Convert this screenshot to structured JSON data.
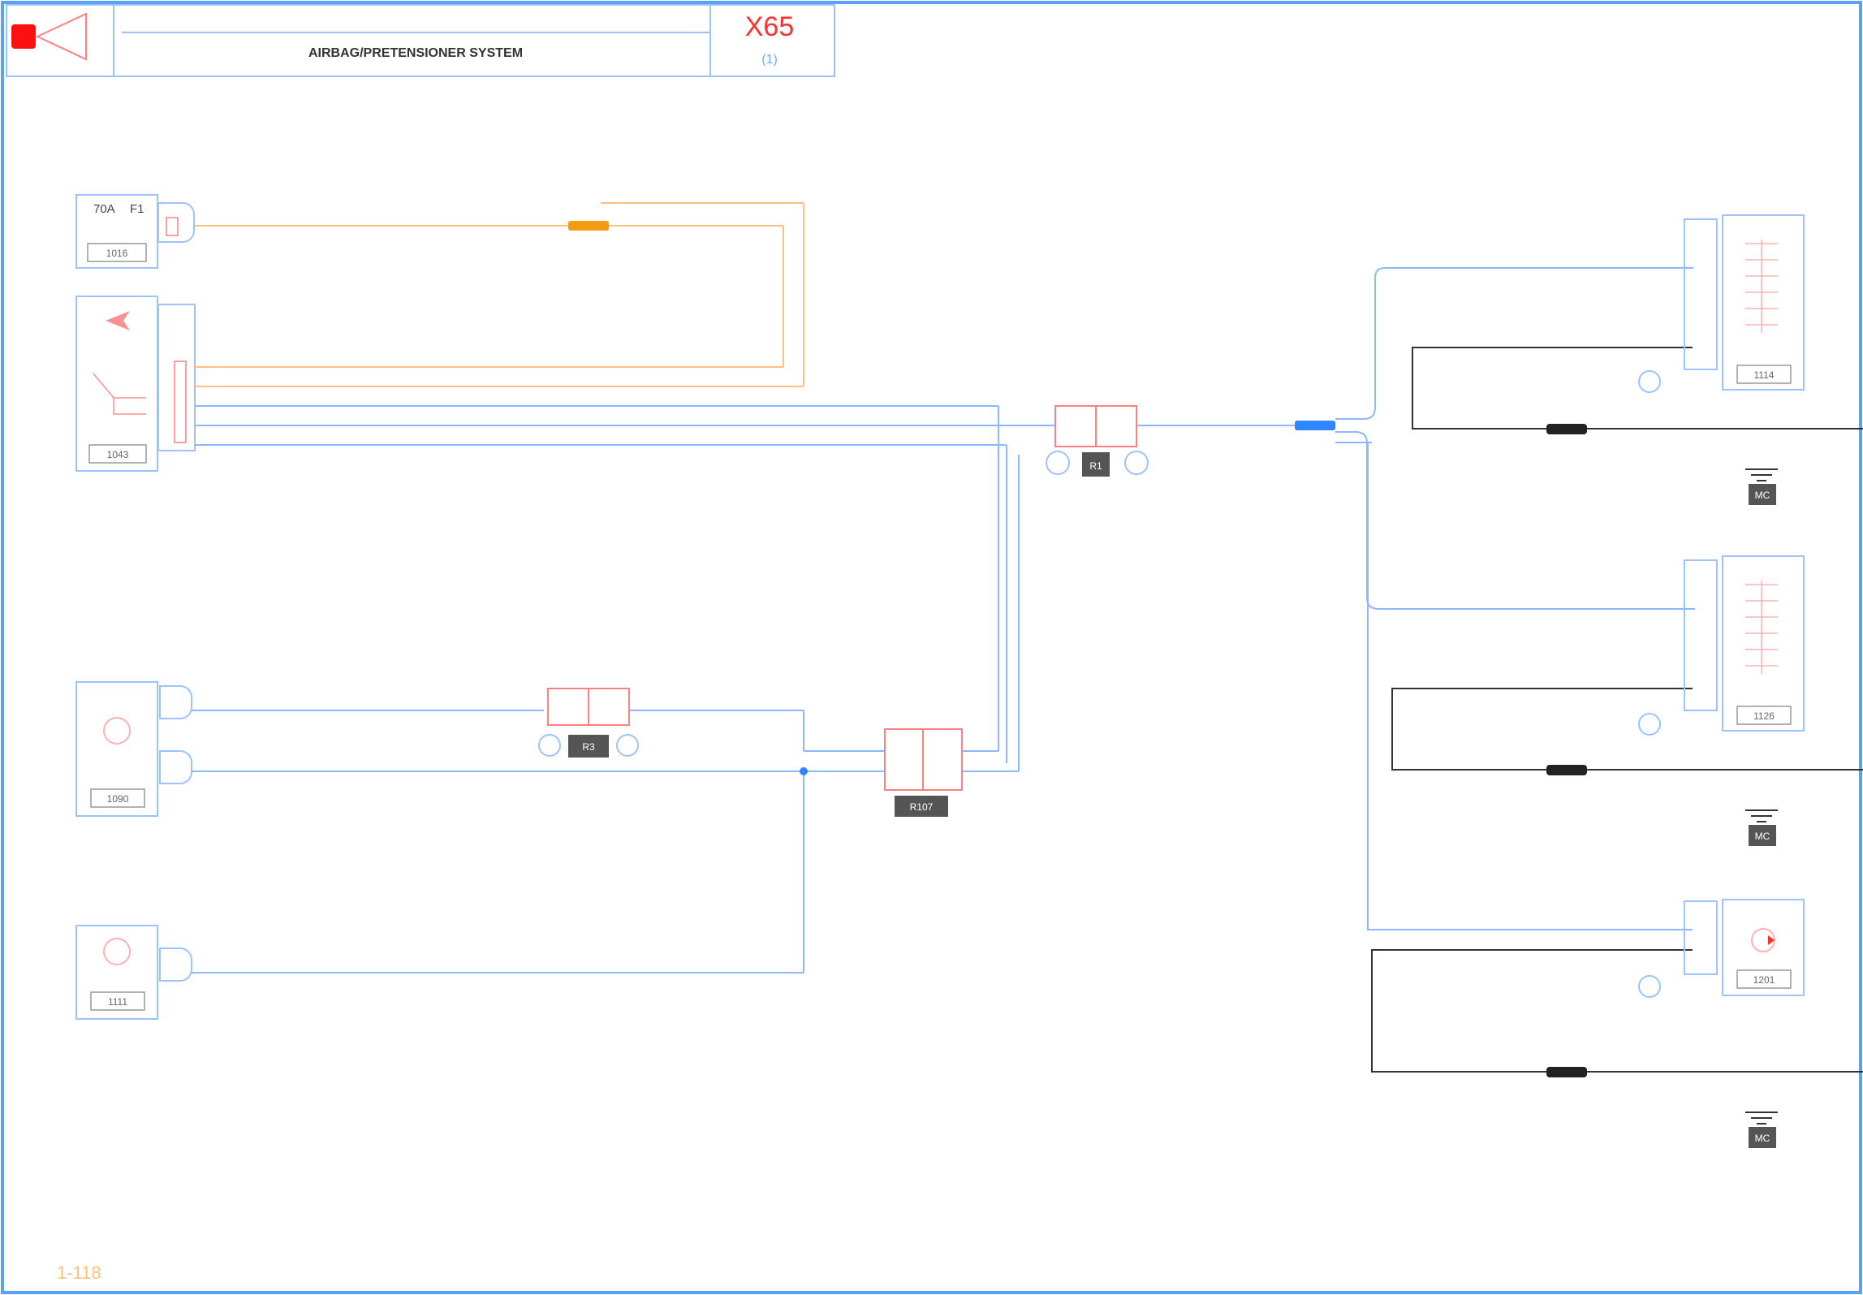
{
  "header": {
    "title": "AIRBAG/PRETENSIONER SYSTEM",
    "code": "X65",
    "sub": "(1)"
  },
  "colors": {
    "frame": "#5aa0ff",
    "wire_blue": "#6fa8ff",
    "wire_orange": "#ffb060",
    "wire_black": "#222222",
    "accent_red": "#ff1010",
    "connector_red": "#ff8080",
    "label_blue": "#4a90ff",
    "splice_orange": "#f39c12",
    "splice_blue": "#2f86ff"
  },
  "components": {
    "c1": {
      "label_a": "70A",
      "label_b": "F1",
      "tag": "1016"
    },
    "c2": {
      "tag": "1043"
    },
    "c3": {
      "tag": "1090"
    },
    "c4": {
      "tag": "1111"
    },
    "r1": {
      "tag": "1114"
    },
    "r2": {
      "tag": "1126"
    },
    "r3": {
      "tag": "1201"
    }
  },
  "connectors": {
    "x1": "R1",
    "x2": "R3",
    "x3": "R107"
  },
  "grounds": {
    "g1": "MC",
    "g2": "MC",
    "g3": "MC"
  },
  "footer": {
    "page": "1-118"
  }
}
